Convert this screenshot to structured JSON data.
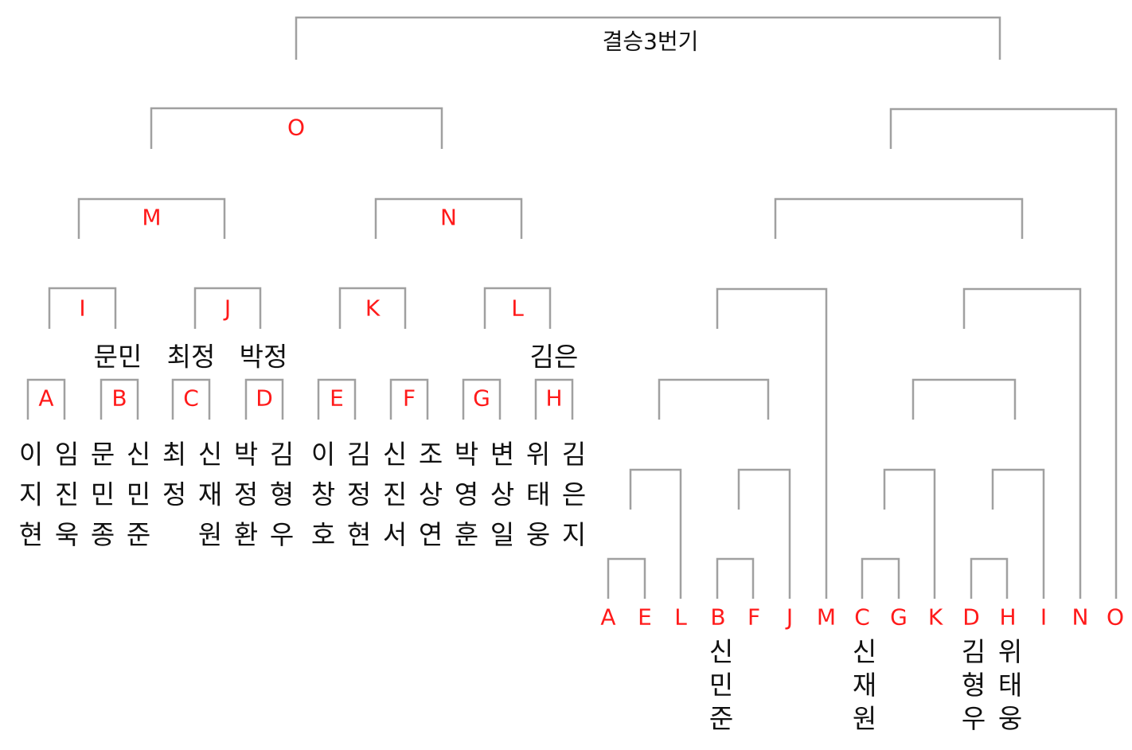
{
  "title": "결승3번기",
  "left_bracket": {
    "rounds": {
      "final_left": "O",
      "semis": [
        "M",
        "N"
      ],
      "quarters": [
        "I",
        "J",
        "K",
        "L"
      ],
      "first": [
        "A",
        "B",
        "C",
        "D",
        "E",
        "F",
        "G",
        "H"
      ]
    },
    "seed_notes": [
      "문민",
      "최정",
      "박정",
      "김은"
    ],
    "players": [
      "이지현",
      "임진욱",
      "문민종",
      "신민준",
      "최정",
      "신재원",
      "박정환",
      "김형우",
      "이창호",
      "김정현",
      "신진서",
      "조상연",
      "박영훈",
      "변상일",
      "위태웅",
      "김은지"
    ]
  },
  "right_bracket": {
    "slots": [
      "A",
      "E",
      "L",
      "B",
      "F",
      "J",
      "M",
      "C",
      "G",
      "K",
      "D",
      "H",
      "I",
      "N",
      "O"
    ],
    "notes": [
      {
        "slot": "B",
        "name": "신민준"
      },
      {
        "slot": "C",
        "name": "신재원"
      },
      {
        "slot": "D",
        "name": "김형우"
      },
      {
        "slot": "H",
        "name": "위태웅"
      }
    ]
  },
  "colors": {
    "line": "#a0a0a0",
    "code": "#ff1a1a",
    "text": "#111111"
  }
}
